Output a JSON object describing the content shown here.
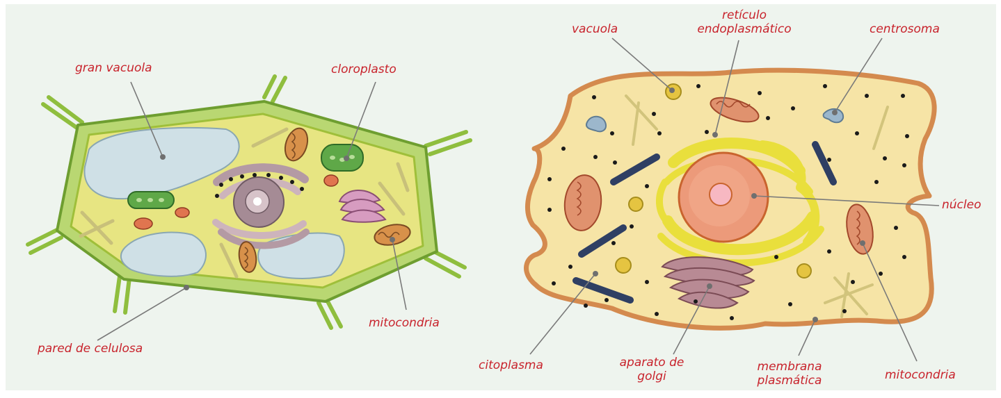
{
  "colors": {
    "background": "#eef4ee",
    "label": "#c8232c",
    "leader": "#7a7a7a",
    "cell_wall": "#8fbe3e",
    "plant_cytoplasm": "#e7e582",
    "animal_cytoplasm": "#f6e4a6",
    "vacuole": "#cfe0e6",
    "chloroplast": "#5fa848",
    "nucleus": "#ec9a7a",
    "golgi": "#b88a94",
    "er": "#e9df3c",
    "microtubule": "#2f3f63"
  },
  "plant_cell": {
    "labels": {
      "gran_vacuola": "gran vacuola",
      "cloroplasto": "cloroplasto",
      "mitocondria": "mitocondria",
      "pared_de_celulosa": "pared de celulosa"
    }
  },
  "animal_cell": {
    "labels": {
      "vacuola": "vacuola",
      "reticulo_line1": "retículo",
      "reticulo_line2": "endoplasmático",
      "centrosoma": "centrosoma",
      "nucleo": "núcleo",
      "citoplasma": "citoplasma",
      "golgi_line1": "aparato de",
      "golgi_line2": "golgi",
      "membrana_line1": "membrana",
      "membrana_line2": "plasmática",
      "mitocondria": "mitocondria"
    }
  }
}
